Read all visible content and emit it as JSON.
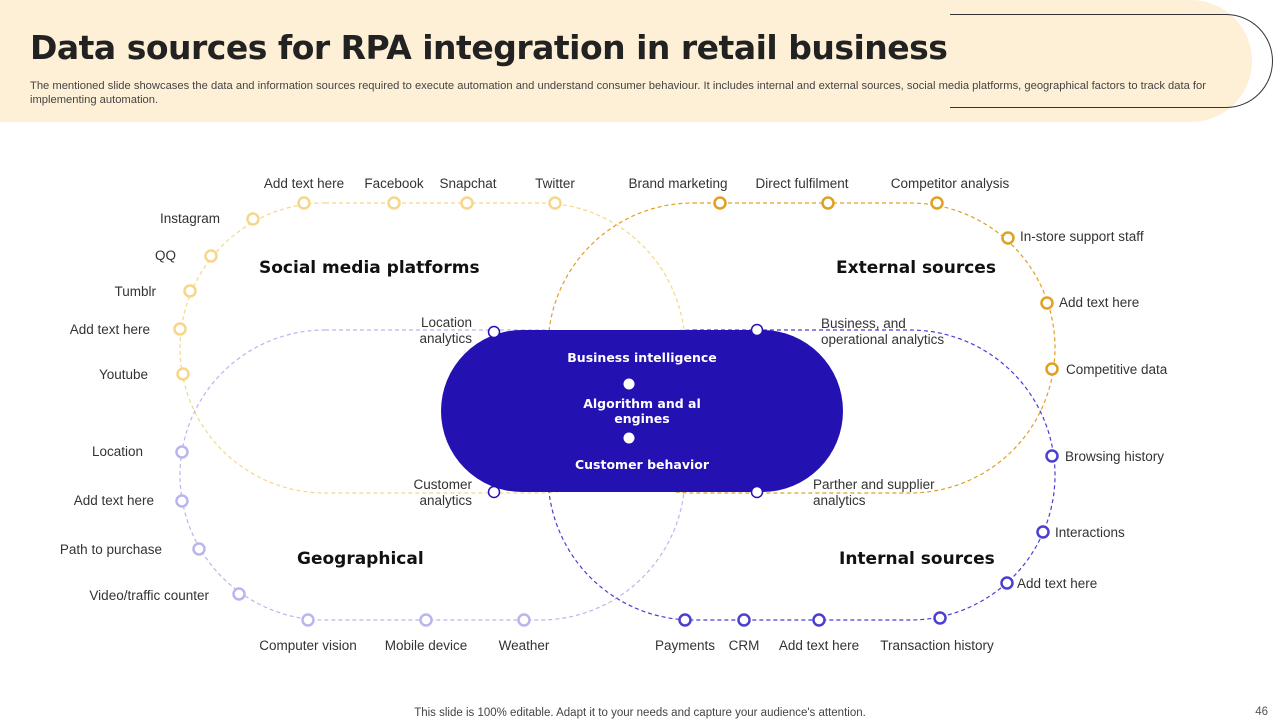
{
  "header": {
    "title": "Data sources for RPA integration in retail business",
    "subtitle": "The mentioned slide showcases the data and information sources required to execute automation and understand consumer behaviour. It includes internal and external sources, social media platforms, geographical factors to track data for implementing automation."
  },
  "colors": {
    "social": "#f6d789",
    "external": "#e0a020",
    "geo": "#b9b6ee",
    "internal": "#4b3ed2",
    "center": "#2311b1"
  },
  "sections": {
    "social": "Social media platforms",
    "external": "External sources",
    "geo": "Geographical",
    "internal": "Internal sources"
  },
  "center": {
    "items": [
      "Business intelligence",
      "Algorithm and al engines",
      "Customer behavior"
    ]
  },
  "connectors": {
    "location_analytics": "Location analytics",
    "customer_analytics": "Customer analytics",
    "business_analytics": "Business, and operational analytics",
    "partner_analytics": "Parther and supplier analytics"
  },
  "social": [
    "Add text here",
    "Facebook",
    "Snapchat",
    "Twitter",
    "Instagram",
    "QQ",
    "Tumblr",
    "Add text here",
    "Youtube"
  ],
  "external": [
    "Brand marketing",
    "Direct fulfilment",
    "Competitor analysis",
    "In-store support staff",
    "Add text here",
    "Competitive data"
  ],
  "geo": [
    "Location",
    "Add text here",
    "Path to purchase",
    "Video/traffic counter",
    "Computer vision",
    "Mobile device",
    "Weather"
  ],
  "internal": [
    "Browsing history",
    "Interactions",
    "Add text here",
    "Transaction history",
    "Add text here",
    "CRM",
    "Payments"
  ],
  "footer": {
    "note": "This slide is 100% editable. Adapt it to your needs and capture your audience's attention.",
    "page": "46"
  }
}
